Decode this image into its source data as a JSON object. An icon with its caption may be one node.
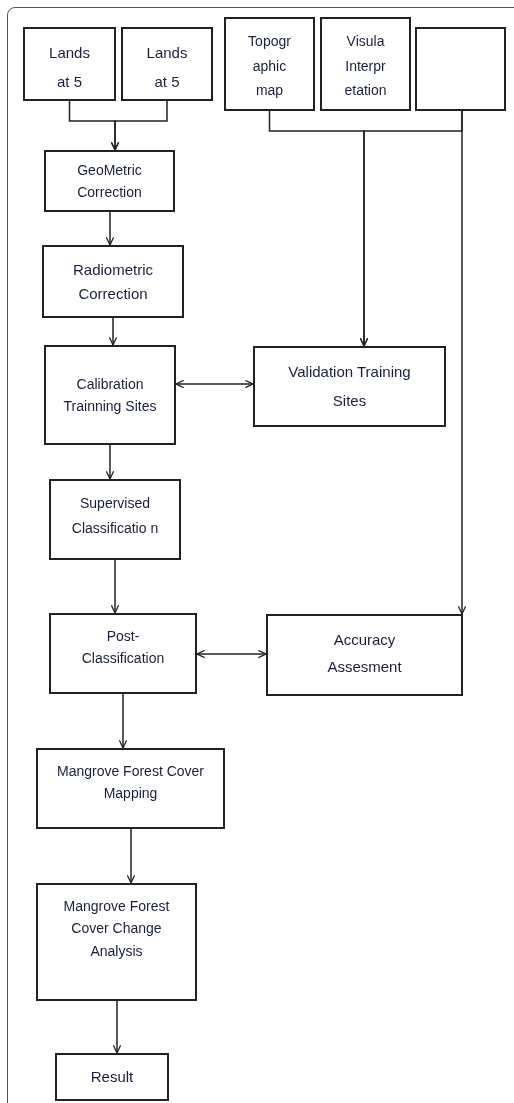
{
  "diagram": {
    "nodes": [
      {
        "text": [
          "Lands at 5"
        ]
      },
      {
        "text": [
          "Lands at 5"
        ]
      },
      {
        "text": [
          "Topogr aphic map"
        ]
      },
      {
        "text": [
          "Visula Interpr etation"
        ]
      },
      {
        "text": [],
        "shape": "box"
      },
      {
        "text": [
          "GeoMetric Correction"
        ]
      },
      {
        "text": [
          "Radiometric Correction"
        ]
      },
      {
        "text": [
          "Calibration Trainning Sites"
        ]
      },
      {
        "text": [
          "Validation Training Sites"
        ]
      },
      {
        "text": [
          "Supervised Classificatio n"
        ]
      },
      {
        "text": [
          "Post- Classification"
        ]
      },
      {
        "text": [
          "Accuracy Assesment"
        ]
      },
      {
        "text": [
          "Mangrove Forest Cover Mapping"
        ]
      },
      {
        "text": [
          "Mangrove Forest Cover Change Analysis"
        ]
      },
      {
        "text": [
          "Result"
        ]
      }
    ],
    "edges": [
      {
        "from": 0,
        "to": 5,
        "arrow": "to"
      },
      {
        "from": 1,
        "to": 5,
        "arrow": "to"
      },
      {
        "from": 2,
        "to": 8,
        "arrow": "to"
      },
      {
        "from": 4,
        "to": 8,
        "arrow": "to"
      },
      {
        "from": 4,
        "to": 11,
        "arrow": "to"
      },
      {
        "from": 5,
        "to": 6,
        "arrow": "to"
      },
      {
        "from": 6,
        "to": 7,
        "arrow": "to"
      },
      {
        "from": 7,
        "to": 8,
        "arrow": "both"
      },
      {
        "from": 7,
        "to": 9,
        "arrow": "to"
      },
      {
        "from": 9,
        "to": 10,
        "arrow": "to"
      },
      {
        "from": 10,
        "to": 11,
        "arrow": "both"
      },
      {
        "from": 10,
        "to": 12,
        "arrow": "to"
      },
      {
        "from": 12,
        "to": 13,
        "arrow": "to"
      },
      {
        "from": 13,
        "to": 14,
        "arrow": "to"
      }
    ]
  }
}
